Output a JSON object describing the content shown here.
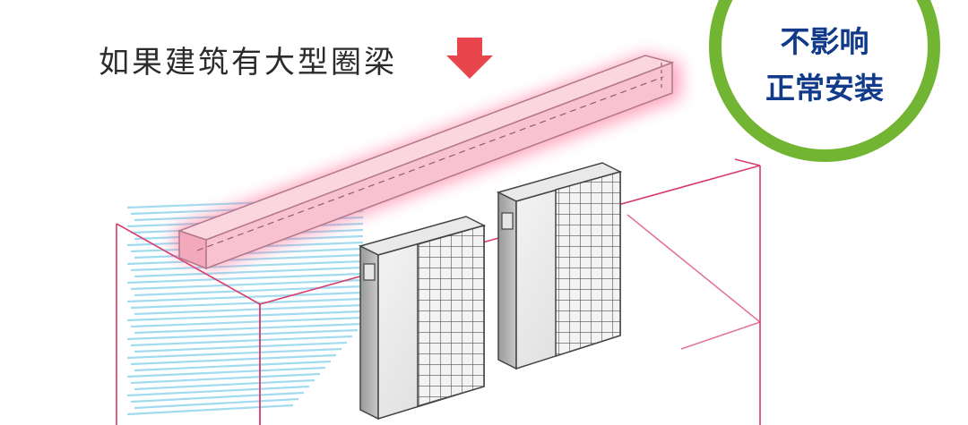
{
  "caption": "如果建筑有大型圈梁",
  "badge": {
    "line1": "不影响",
    "line2": "正常安装"
  },
  "colors": {
    "caption_text": "#2b2b2b",
    "arrow": "#e8464c",
    "beam_fill": "#f8c2d0",
    "beam_glow": "#ff5f8f",
    "frame_lines": "#d63c6c",
    "airflow_lines": "#8cd3ec",
    "badge_ring": "#72b533",
    "badge_text": "#123a8a",
    "unit_body": "#dcdcdc",
    "unit_grid": "#555555"
  },
  "icons": [
    "down-arrow-icon"
  ]
}
